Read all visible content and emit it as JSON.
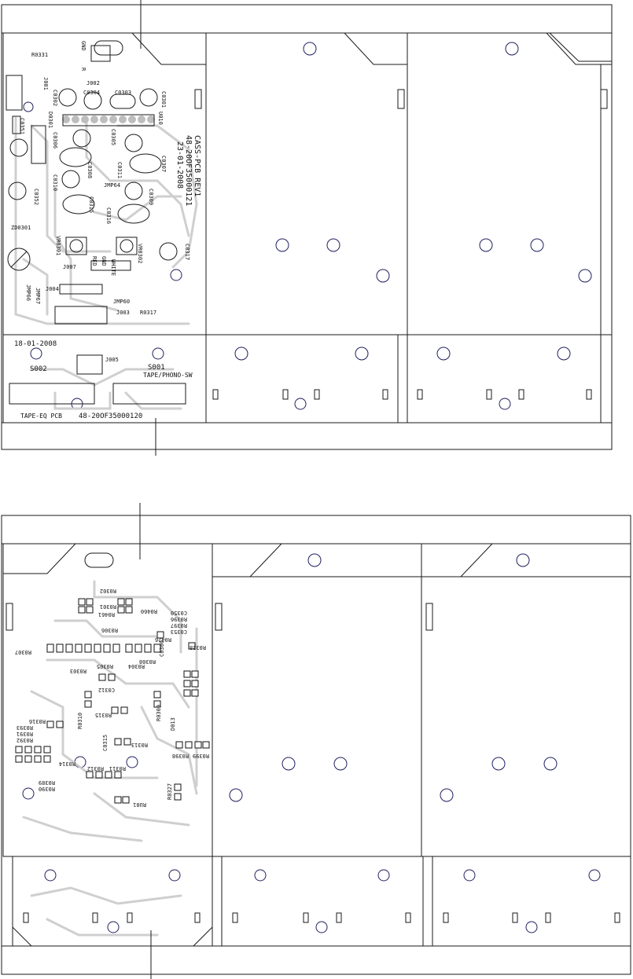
{
  "colors": {
    "outline": "#1a1a1a",
    "hole": "#202060",
    "trace": "#cfcfcf",
    "pad": "#bdbdbd"
  },
  "top_board": {
    "rev_block": [
      "CASS-PCB REV1",
      "48-20OF35000121",
      "23-01-2008"
    ],
    "components": [
      "R0331",
      "J001",
      "J002",
      "C0304",
      "C0303",
      "C0301",
      "C0302",
      "D0301",
      "U010",
      "C0351",
      "C0306",
      "C0305",
      "C0307",
      "C0308",
      "C0311",
      "C0310",
      "C0352",
      "JMP64",
      "C0309",
      "C0315",
      "C0316",
      "ZD0301",
      "VR0301",
      "VR0302",
      "C0317",
      "J007",
      "J004",
      "JMP66",
      "JMP67",
      "JMP60",
      "J003",
      "R0317"
    ],
    "pin_labels": [
      "GND",
      "R",
      "RED",
      "GND",
      "WHITE"
    ],
    "tape_pcb_date": "18-01-2008",
    "switch_labels": [
      "S002",
      "S001",
      "TAPE/PHONO-SW",
      "J005"
    ],
    "tape_pcb_label": "TAPE-EQ  PCB",
    "tape_pcb_number": "48-20OF35000120"
  },
  "bottom_board": {
    "components": [
      "R0302",
      "R0301",
      "R0461",
      "R0460",
      "R0306",
      "C0350",
      "R0396",
      "R0397",
      "C0353",
      "R0426",
      "R0328",
      "R0307",
      "R0303",
      "R0305",
      "R0304",
      "R0308",
      "C0300",
      "C0312",
      "R0309",
      "R0315",
      "R0310",
      "R0316",
      "R0393",
      "R0391",
      "R0392",
      "C0315",
      "R0313",
      "R0314",
      "R0312",
      "R0311",
      "R0399",
      "R0398",
      "D013",
      "R0389",
      "R0390",
      "R0327",
      "RU01"
    ]
  }
}
